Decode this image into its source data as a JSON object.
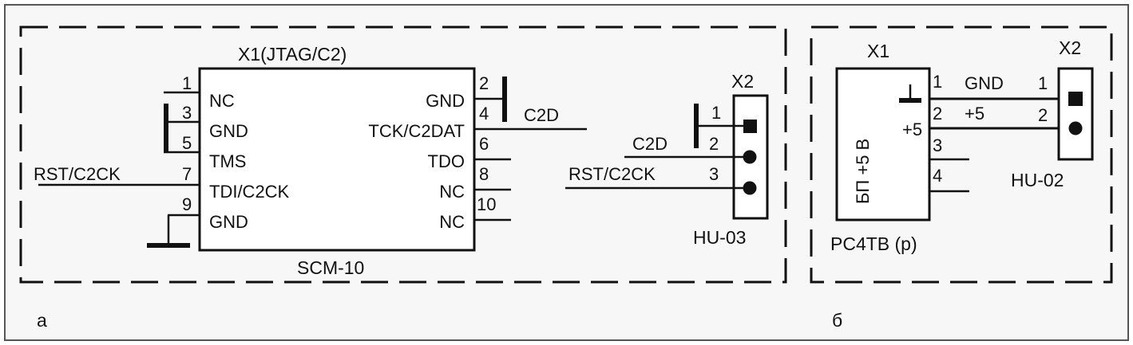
{
  "panel_a": {
    "label": "а",
    "connector1": {
      "title": "X1(JTAG/C2)",
      "model": "SCM-10",
      "pin_numbers": [
        "1",
        "3",
        "5",
        "7",
        "9",
        "2",
        "4",
        "6",
        "8",
        "10"
      ],
      "pin_names": [
        "NC",
        "GND",
        "TMS",
        "TDI/C2CK",
        "GND",
        "GND",
        "TCK/C2DAT",
        "TDO",
        "NC",
        "NC"
      ]
    },
    "connector2": {
      "title": "X2",
      "model": "HU-03",
      "pin_numbers": [
        "1",
        "2",
        "3"
      ]
    },
    "signals": {
      "rst_left": "RST/C2CK",
      "c2d_top": "C2D",
      "c2d_mid": "C2D",
      "rst_right": "RST/C2CK"
    }
  },
  "panel_b": {
    "label": "б",
    "connector1": {
      "title": "X1",
      "model": "PC4TB (р)",
      "inner_label": "БП +5 В",
      "plus_label": "+5",
      "pin_numbers": [
        "1",
        "2",
        "3",
        "4"
      ]
    },
    "connector2": {
      "title": "X2",
      "model": "HU-02",
      "pin_numbers": [
        "1",
        "2"
      ]
    },
    "signals": {
      "gnd": "GND",
      "plus5": "+5"
    }
  }
}
